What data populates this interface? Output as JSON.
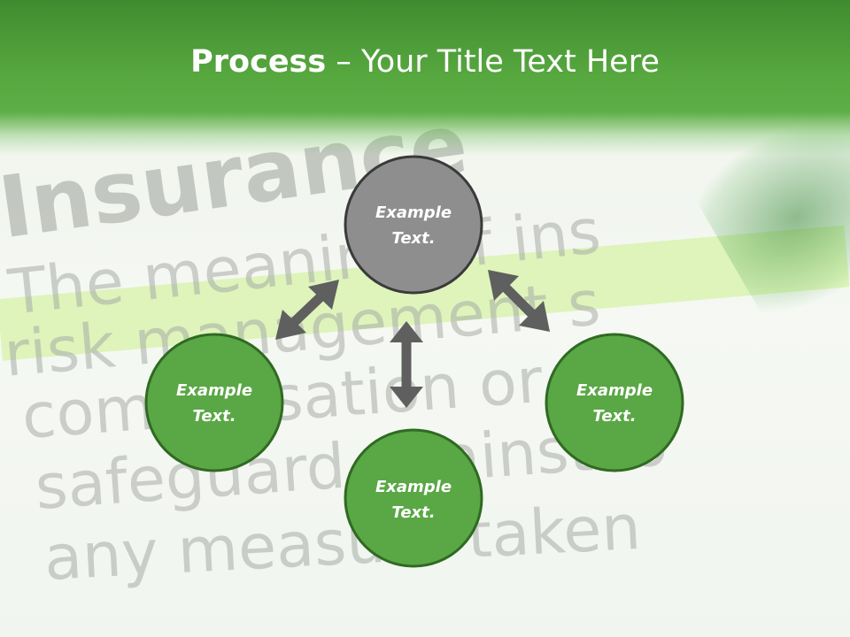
{
  "title": {
    "bold_part": "Process",
    "rest_part": " – Your Title Text Here"
  },
  "background_text": [
    "Insurance",
    "The meaning of ins",
    "risk management s",
    "compensation or po",
    "safeguard against lo",
    "any measure taken"
  ],
  "colors": {
    "header_green": "#4a9a36",
    "node_green": "#5aa745",
    "node_green_border": "#2f6a22",
    "node_gray": "#8e8e8e",
    "node_gray_border": "#3a3a3a",
    "arrow_gray": "#5f5f5f"
  },
  "nodes": [
    {
      "id": "top",
      "line1": "Example",
      "line2": "Text.",
      "style": "gray"
    },
    {
      "id": "left",
      "line1": "Example",
      "line2": "Text.",
      "style": "green"
    },
    {
      "id": "bottom",
      "line1": "Example",
      "line2": "Text.",
      "style": "green"
    },
    {
      "id": "right",
      "line1": "Example",
      "line2": "Text.",
      "style": "green"
    }
  ],
  "arrows": [
    {
      "id": "top-left",
      "icon": "double-arrow-diagonal-icon"
    },
    {
      "id": "vertical-center",
      "icon": "double-arrow-vertical-icon"
    },
    {
      "id": "top-right",
      "icon": "double-arrow-diagonal-icon"
    }
  ]
}
